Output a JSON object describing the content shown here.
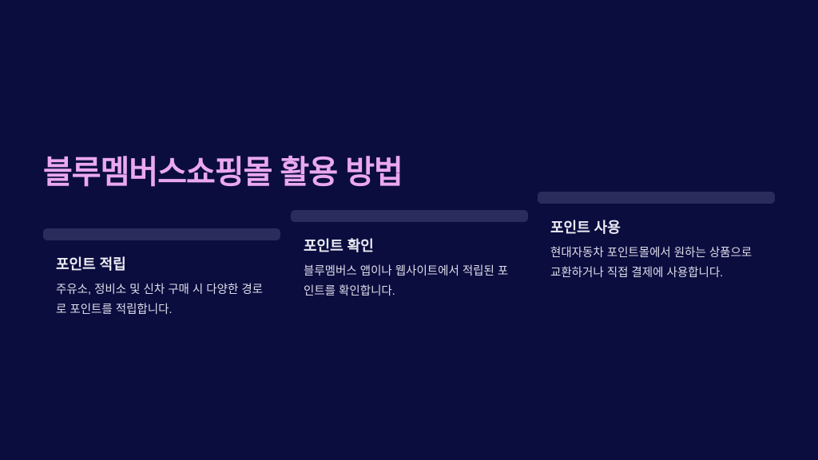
{
  "title": "블루멤버스쇼핑몰 활용 방법",
  "steps": [
    {
      "heading": "포인트 적립",
      "body": "주유소, 정비소 및 신차 구매 시 다양한 경로로 포인트를 적립합니다."
    },
    {
      "heading": "포인트 확인",
      "body": "블루멤버스 앱이나 웹사이트에서 적립된 포인트를 확인합니다."
    },
    {
      "heading": "포인트 사용",
      "body": "현대자동차 포인트몰에서 원하는 상품으로 교환하거나 직접 결제에 사용합니다."
    }
  ],
  "colors": {
    "background": "#0b0d3f",
    "title": "#eaa8f0",
    "bar": "#2a2d5c"
  }
}
